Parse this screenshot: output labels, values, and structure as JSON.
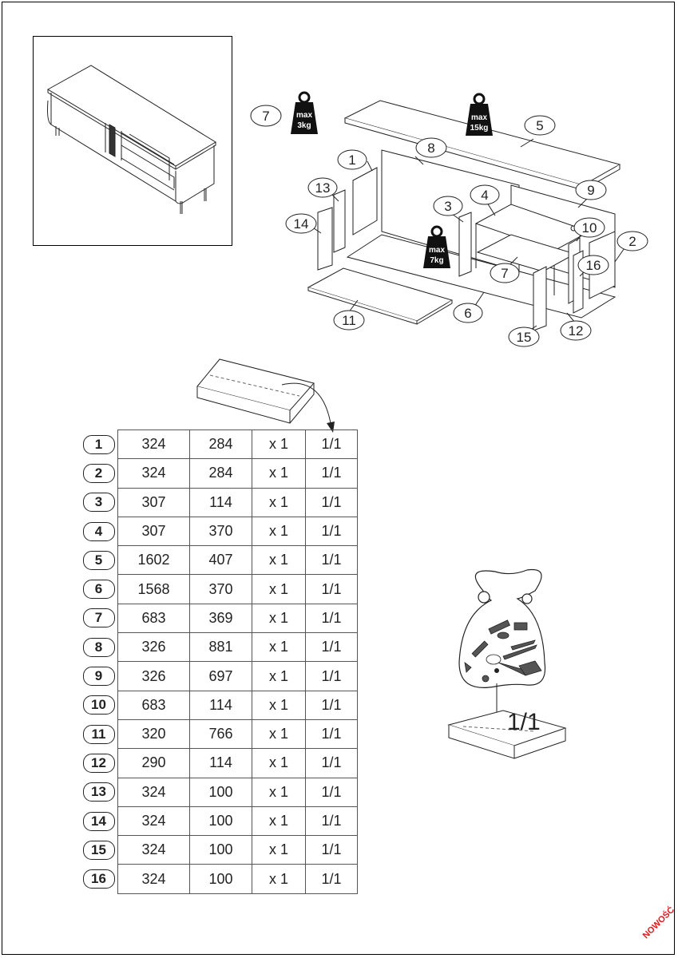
{
  "weights": [
    {
      "line1": "max",
      "line2": "3kg"
    },
    {
      "line1": "max",
      "line2": "15kg"
    },
    {
      "line1": "max",
      "line2": "7kg"
    }
  ],
  "labels": [
    "1",
    "2",
    "3",
    "4",
    "5",
    "6",
    "7",
    "8",
    "9",
    "10",
    "11",
    "12",
    "13",
    "14",
    "15",
    "16"
  ],
  "parts": [
    {
      "no": "1",
      "a": "324",
      "b": "284",
      "qty": "x 1",
      "pack": "1/1"
    },
    {
      "no": "2",
      "a": "324",
      "b": "284",
      "qty": "x 1",
      "pack": "1/1"
    },
    {
      "no": "3",
      "a": "307",
      "b": "114",
      "qty": "x 1",
      "pack": "1/1"
    },
    {
      "no": "4",
      "a": "307",
      "b": "370",
      "qty": "x 1",
      "pack": "1/1"
    },
    {
      "no": "5",
      "a": "1602",
      "b": "407",
      "qty": "x 1",
      "pack": "1/1"
    },
    {
      "no": "6",
      "a": "1568",
      "b": "370",
      "qty": "x 1",
      "pack": "1/1"
    },
    {
      "no": "7",
      "a": "683",
      "b": "369",
      "qty": "x 1",
      "pack": "1/1"
    },
    {
      "no": "8",
      "a": "326",
      "b": "881",
      "qty": "x 1",
      "pack": "1/1"
    },
    {
      "no": "9",
      "a": "326",
      "b": "697",
      "qty": "x 1",
      "pack": "1/1"
    },
    {
      "no": "10",
      "a": "683",
      "b": "114",
      "qty": "x 1",
      "pack": "1/1"
    },
    {
      "no": "11",
      "a": "320",
      "b": "766",
      "qty": "x 1",
      "pack": "1/1"
    },
    {
      "no": "12",
      "a": "290",
      "b": "114",
      "qty": "x 1",
      "pack": "1/1"
    },
    {
      "no": "13",
      "a": "324",
      "b": "100",
      "qty": "x 1",
      "pack": "1/1"
    },
    {
      "no": "14",
      "a": "324",
      "b": "100",
      "qty": "x 1",
      "pack": "1/1"
    },
    {
      "no": "15",
      "a": "324",
      "b": "100",
      "qty": "x 1",
      "pack": "1/1"
    },
    {
      "no": "16",
      "a": "324",
      "b": "100",
      "qty": "x 1",
      "pack": "1/1"
    }
  ],
  "bag_label": "1/1",
  "stamp": "NOWOŚĆ",
  "icons": [
    "weight-icon",
    "hardware-bag-icon",
    "package-icon",
    "furniture-preview-icon"
  ]
}
